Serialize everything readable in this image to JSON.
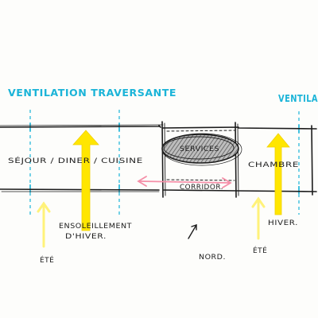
{
  "labels": {
    "ventilation_left": "VENTILATION TRAVERSANTE",
    "ventilation_right": "VENTILA",
    "sejour": "SÉJOUR / DINER / CUISINE",
    "services": "SERVICES",
    "corridor": "CORRIDOR.",
    "chambre": "CHAMBRE",
    "ensoleillement_1": "ENSOLEILLEMENT",
    "ensoleillement_2": "D'HIVER.",
    "hiver": "HIVER.",
    "ete_left": "ÉTÉ",
    "ete_right": "ÉTÉ",
    "nord": "NORD."
  },
  "colors": {
    "ink": "#1c1c1c",
    "ventilation": "#1bb4d8",
    "winter_sun": "#ffe600",
    "summer_sun": "#fff27a",
    "airflow": "#f58fa8",
    "services_fill": "#9a9a9a"
  },
  "icons": {
    "winter_sun_arrow": "up-arrow-icon",
    "summer_sun_arrow": "up-arrow-icon",
    "north_arrow": "north-arrow-icon",
    "airflow_arrow": "double-arrow-icon"
  }
}
